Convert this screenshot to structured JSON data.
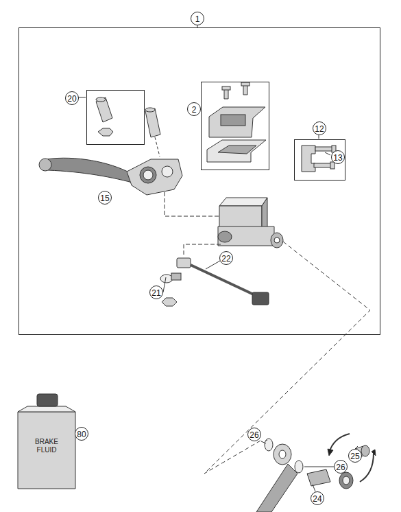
{
  "diagram": {
    "nodes": [
      {
        "text": [
          "1"
        ]
      },
      {
        "text": [
          "20"
        ],
        "in": 0
      },
      {
        "text": [
          "2"
        ],
        "in": 0
      },
      {
        "text": [
          "12",
          "13"
        ],
        "in": 0
      }
    ],
    "labels": [
      "15",
      "21",
      "22",
      "26",
      "25",
      "26",
      "24",
      "80",
      "BRAKE FLUID"
    ]
  }
}
